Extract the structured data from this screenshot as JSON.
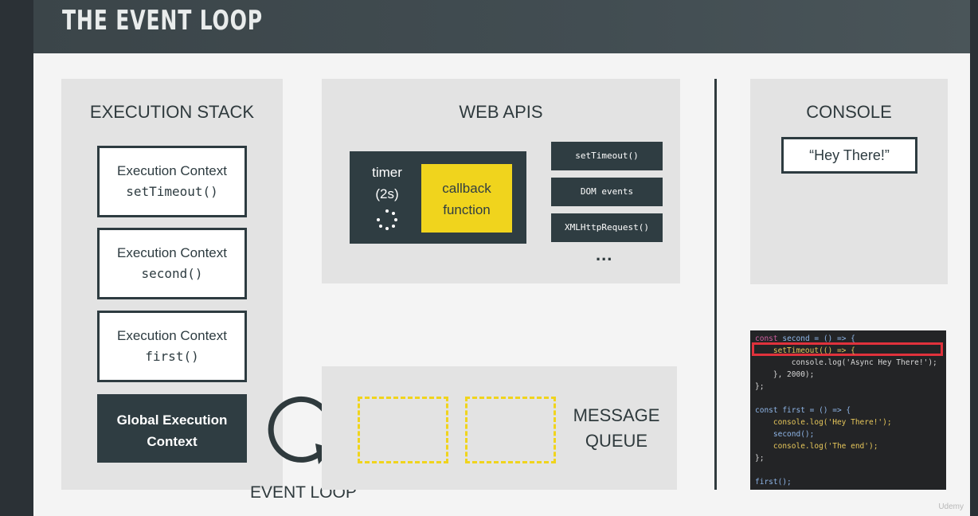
{
  "header": {
    "title": "THE EVENT LOOP"
  },
  "execution_stack": {
    "title": "EXECUTION STACK",
    "contexts": [
      {
        "label": "Execution Context",
        "fn": "setTimeout()"
      },
      {
        "label": "Execution Context",
        "fn": "second()"
      },
      {
        "label": "Execution Context",
        "fn": "first()"
      }
    ],
    "global": {
      "line1": "Global Execution",
      "line2": "Context"
    }
  },
  "web_apis": {
    "title": "WEB APIS",
    "timer_label": "timer",
    "timer_duration": "(2s)",
    "callback_line1": "callback",
    "callback_line2": "function",
    "items": [
      "setTimeout()",
      "DOM events",
      "XMLHttpRequest()"
    ],
    "more": "..."
  },
  "message_queue": {
    "line1": "MESSAGE",
    "line2": "QUEUE"
  },
  "event_loop": {
    "label": "EVENT LOOP"
  },
  "console": {
    "title": "CONSOLE",
    "output": "“Hey There!”"
  },
  "code": {
    "lines": [
      "const second = () => {",
      "    setTimeout(() => {",
      "        console.log('Async Hey There!');",
      "    }, 2000);",
      "};",
      "",
      "const first = () => {",
      "    console.log('Hey There!');",
      "    second();",
      "    console.log('The end');",
      "};",
      "",
      "first();"
    ]
  },
  "watermark": "Udemy",
  "colors": {
    "dark": "#2f3d42",
    "panel": "#e3e3e3",
    "accent_yellow": "#f0d41d",
    "highlight_red": "#e0323c"
  }
}
